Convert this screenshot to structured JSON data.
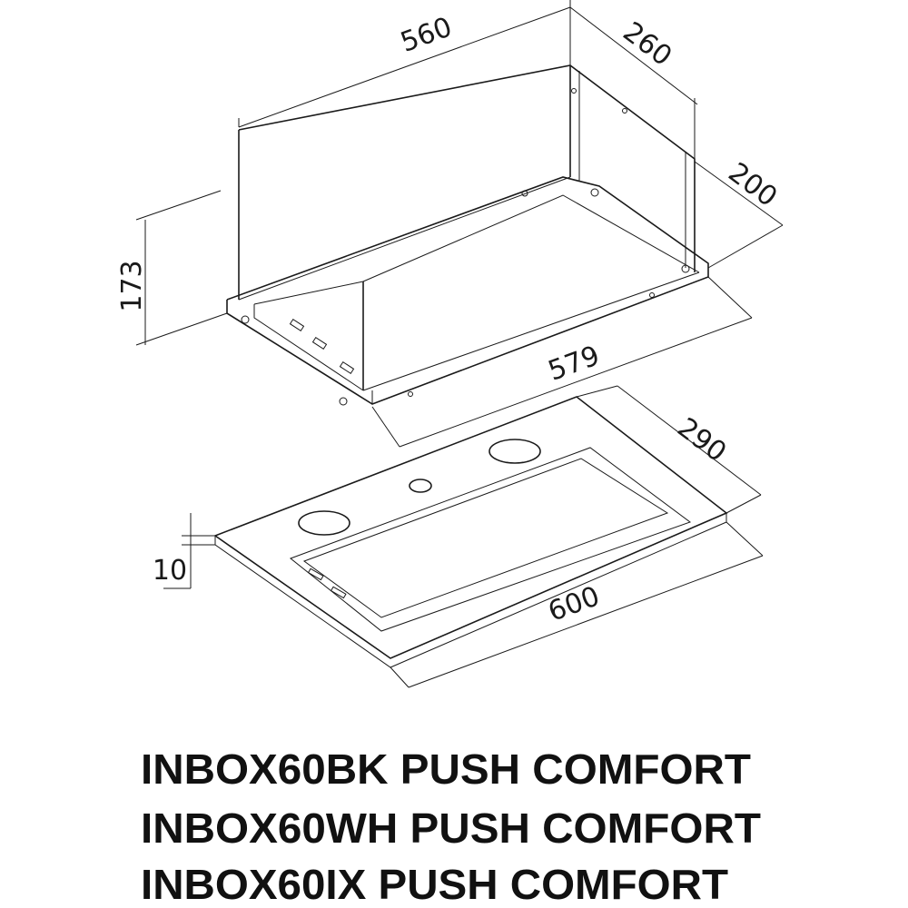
{
  "dimensions": {
    "width_top": "560",
    "depth_top": "260",
    "depth_inner": "200",
    "height": "173",
    "width_bottom": "579",
    "panel_depth": "290",
    "panel_thickness": "10",
    "panel_width": "600"
  },
  "models": [
    "INBOX60BK PUSH COMFORT",
    "INBOX60WH PUSH COMFORT",
    "INBOX60IX PUSH COMFORT"
  ],
  "colors": {
    "line": "#1a1a1a",
    "background": "#ffffff"
  }
}
